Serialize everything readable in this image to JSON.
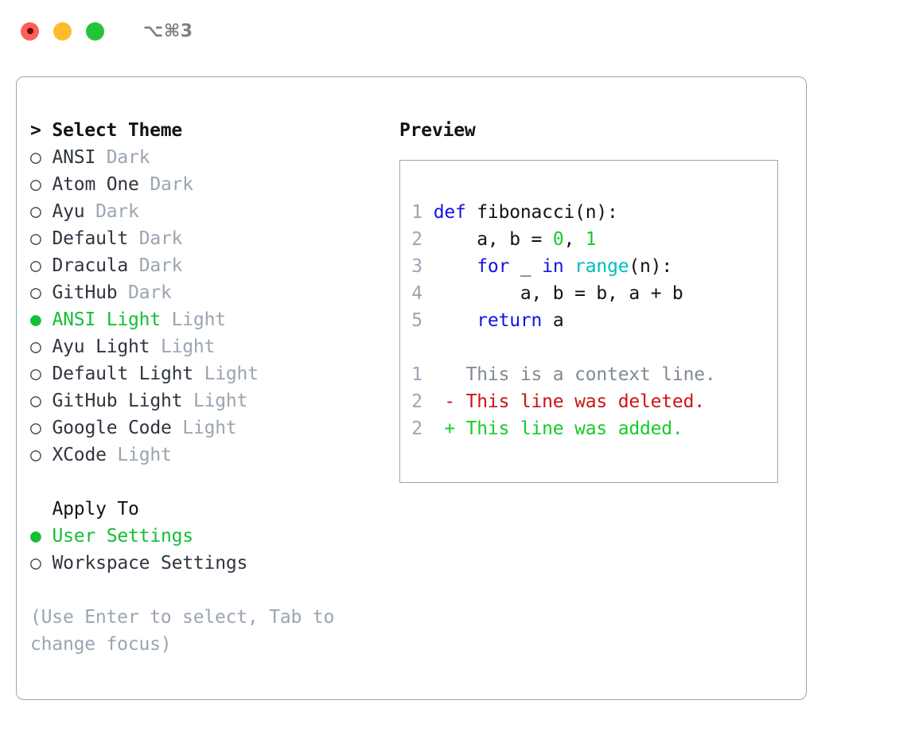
{
  "titlebar": {
    "shortcut": "⌥⌘3",
    "buttons": [
      {
        "name": "close",
        "color": "#fb6058"
      },
      {
        "name": "minimize",
        "color": "#fdbc2d"
      },
      {
        "name": "maximize",
        "color": "#24c43a"
      }
    ]
  },
  "theme_panel": {
    "caret": ">",
    "title": "Select Theme",
    "marker_unselected": "○",
    "marker_selected": "●",
    "options": [
      {
        "label": "ANSI",
        "variant": "Dark",
        "selected": false
      },
      {
        "label": "Atom One",
        "variant": "Dark",
        "selected": false
      },
      {
        "label": "Ayu",
        "variant": "Dark",
        "selected": false
      },
      {
        "label": "Default",
        "variant": "Dark",
        "selected": false
      },
      {
        "label": "Dracula",
        "variant": "Dark",
        "selected": false
      },
      {
        "label": "GitHub",
        "variant": "Dark",
        "selected": false
      },
      {
        "label": "ANSI Light",
        "variant": "Light",
        "selected": true
      },
      {
        "label": "Ayu Light",
        "variant": "Light",
        "selected": false
      },
      {
        "label": "Default Light",
        "variant": "Light",
        "selected": false
      },
      {
        "label": "GitHub Light",
        "variant": "Light",
        "selected": false
      },
      {
        "label": "Google Code",
        "variant": "Light",
        "selected": false
      },
      {
        "label": "XCode",
        "variant": "Light",
        "selected": false
      }
    ]
  },
  "apply_to": {
    "title": "Apply To",
    "options": [
      {
        "label": "User Settings",
        "selected": true
      },
      {
        "label": "Workspace Settings",
        "selected": false
      }
    ]
  },
  "hint": "(Use Enter to select, Tab to change focus)",
  "preview": {
    "title": "Preview",
    "code_lines": [
      {
        "num": "1",
        "tokens": [
          {
            "t": "def",
            "c": "kw"
          },
          {
            "t": " fibonacci(n):",
            "c": "plain"
          }
        ]
      },
      {
        "num": "2",
        "tokens": [
          {
            "t": "    a, b = ",
            "c": "plain"
          },
          {
            "t": "0",
            "c": "num"
          },
          {
            "t": ", ",
            "c": "plain"
          },
          {
            "t": "1",
            "c": "num"
          }
        ]
      },
      {
        "num": "3",
        "tokens": [
          {
            "t": "    ",
            "c": "plain"
          },
          {
            "t": "for",
            "c": "kw"
          },
          {
            "t": " _ ",
            "c": "plain"
          },
          {
            "t": "in",
            "c": "kw"
          },
          {
            "t": " ",
            "c": "plain"
          },
          {
            "t": "range",
            "c": "fn"
          },
          {
            "t": "(n):",
            "c": "plain"
          }
        ]
      },
      {
        "num": "4",
        "tokens": [
          {
            "t": "        a, b = b, a + b",
            "c": "plain"
          }
        ]
      },
      {
        "num": "5",
        "tokens": [
          {
            "t": "    ",
            "c": "plain"
          },
          {
            "t": "return",
            "c": "kw"
          },
          {
            "t": " a",
            "c": "plain"
          }
        ]
      }
    ],
    "diff_lines": [
      {
        "num": "1",
        "sign": "  ",
        "text": "This is a context line.",
        "kind": "ctx"
      },
      {
        "num": "2",
        "sign": "- ",
        "text": "This line was deleted.",
        "kind": "del"
      },
      {
        "num": "2",
        "sign": "+ ",
        "text": "This line was added.",
        "kind": "add"
      }
    ]
  },
  "colors": {
    "accent_green": "#13bf36",
    "muted": "#9aa5b1",
    "text": "#2f3540",
    "keyword_blue": "#1414e0",
    "function_cyan": "#00bcbc",
    "number_green": "#14cc28",
    "diff_delete_red": "#cc1414",
    "diff_add_green": "#14cc28",
    "border": "#9aa5b1"
  }
}
